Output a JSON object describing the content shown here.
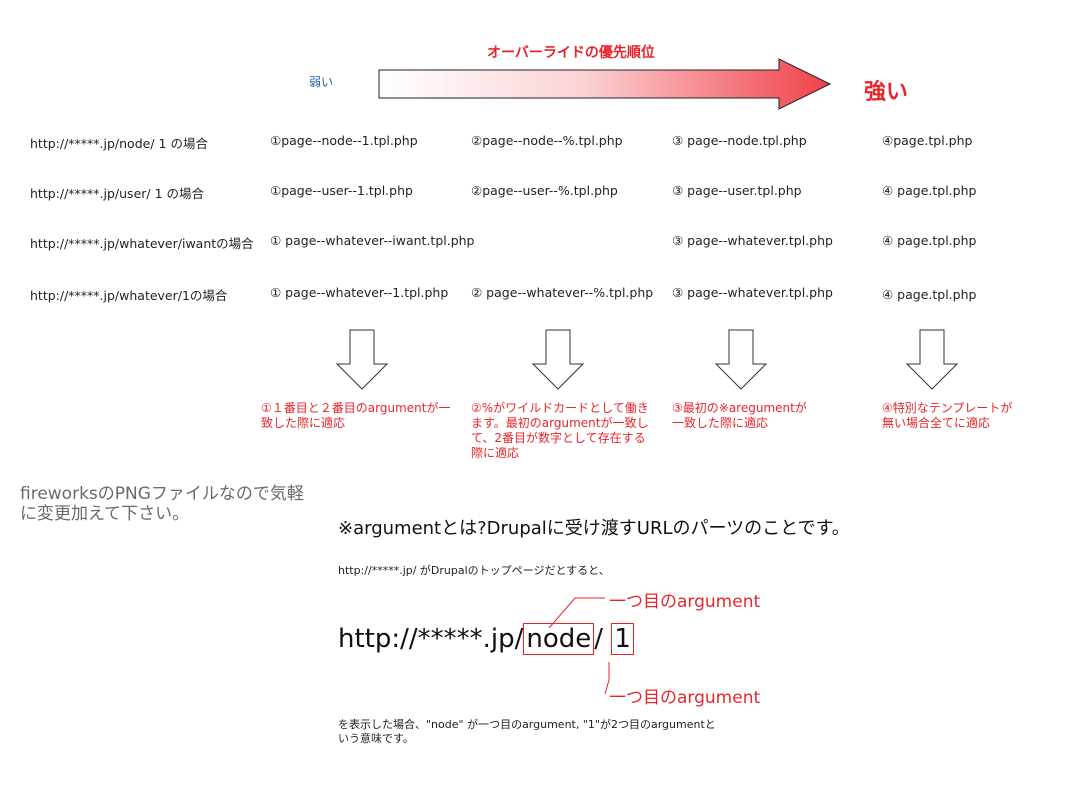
{
  "header": {
    "title": "オーバーライドの優先順位",
    "weak": "弱い",
    "strong": "強い"
  },
  "rows": [
    {
      "label": "http://*****.jp/node/ 1 の場合",
      "c1": "①page--node--1.tpl.php",
      "c2": "②page--node--%.tpl.php",
      "c3": "③ page--node.tpl.php",
      "c4": "④page.tpl.php"
    },
    {
      "label": "http://*****.jp/user/ 1 の場合",
      "c1": "①page--user--1.tpl.php",
      "c2": "②page--user--%.tpl.php",
      "c3": "③ page--user.tpl.php",
      "c4": "④ page.tpl.php"
    },
    {
      "label": "http://*****.jp/whatever/iwantの場合",
      "c1": "① page--whatever--iwant.tpl.php",
      "c2": "",
      "c3": "③ page--whatever.tpl.php",
      "c4": "④ page.tpl.php"
    },
    {
      "label": "http://*****.jp/whatever/1の場合",
      "c1": "① page--whatever--1.tpl.php",
      "c2": "② page--whatever--%.tpl.php",
      "c3": "③ page--whatever.tpl.php",
      "c4": "④ page.tpl.php"
    }
  ],
  "notes": {
    "n1": "①１番目と２番目のargumentが一致した際に適応",
    "n2": "②%がワイルドカードとして働きます。最初のargumentが一致して、2番目が数字として存在する際に適応",
    "n3": "③最初の※aregumentが一致した際に適応",
    "n4": "④特別なテンプレートが無い場合全てに適応"
  },
  "side_note": "fireworksのPNGファイルなので気軽に変更加えて下さい。",
  "argument_section": {
    "heading": "※argumentとは?Drupalに受け渡すURLのパーツのことです。",
    "intro": "http://*****.jp/ がDrupalのトップページだとすると、",
    "url_prefix": "http://*****.jp/",
    "url_node": "node",
    "url_slash": "/",
    "url_one": "1",
    "label_top": "一つ目のargument",
    "label_bottom": "一つ目のargument",
    "explanation": "を表示した場合、\"node\" が一つ目のargument, \"1\"が2つ目のargumentという意味です。"
  },
  "colors": {
    "accent": "#e8262a",
    "weak_blue": "#1f5fa8",
    "side_note_gray": "#6a6a6a"
  }
}
